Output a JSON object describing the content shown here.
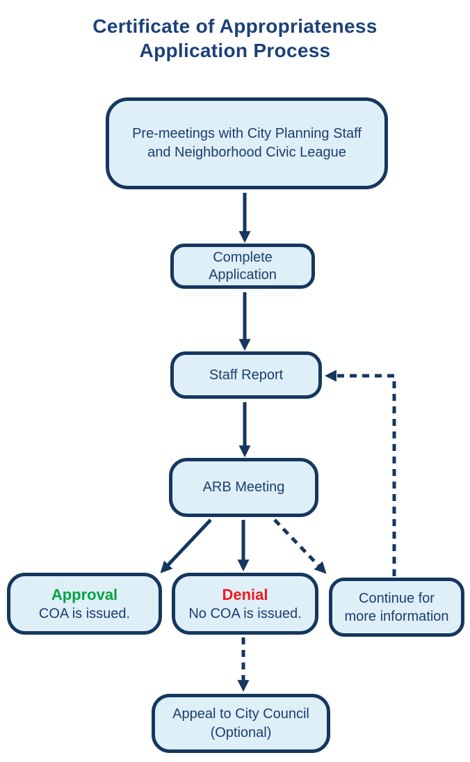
{
  "title": {
    "line1": "Certificate of Appropriateness",
    "line2": "Application Process"
  },
  "colors": {
    "background": "#FFFFFF",
    "navy": "#15375F",
    "text_navy": "#1B3E6E",
    "title_blue": "#1C4179",
    "box_fill": "#DFEFF8",
    "approval_green": "#00A541",
    "denial_red": "#EF1B1B"
  },
  "nodes": {
    "pre_meetings": {
      "line1": "Pre-meetings with City Planning Staff",
      "line2": "and Neighborhood Civic League"
    },
    "complete_application": {
      "line1": "Complete",
      "line2": "Application"
    },
    "staff_report": {
      "label": "Staff Report"
    },
    "arb_meeting": {
      "label": "ARB Meeting"
    },
    "approval": {
      "title": "Approval",
      "subtitle": "COA is issued."
    },
    "denial": {
      "title": "Denial",
      "subtitle": "No COA is issued."
    },
    "continue_info": {
      "line1": "Continue for",
      "line2": "more information"
    },
    "appeal": {
      "line1": "Appeal to City Council",
      "line2": "(Optional)"
    }
  },
  "edges": [
    {
      "from": "pre_meetings",
      "to": "complete_application",
      "style": "solid"
    },
    {
      "from": "complete_application",
      "to": "staff_report",
      "style": "solid"
    },
    {
      "from": "staff_report",
      "to": "arb_meeting",
      "style": "solid"
    },
    {
      "from": "arb_meeting",
      "to": "approval",
      "style": "solid"
    },
    {
      "from": "arb_meeting",
      "to": "denial",
      "style": "solid"
    },
    {
      "from": "arb_meeting",
      "to": "continue_info",
      "style": "dashed"
    },
    {
      "from": "continue_info",
      "to": "staff_report",
      "style": "dashed"
    },
    {
      "from": "denial",
      "to": "appeal",
      "style": "dashed"
    }
  ]
}
